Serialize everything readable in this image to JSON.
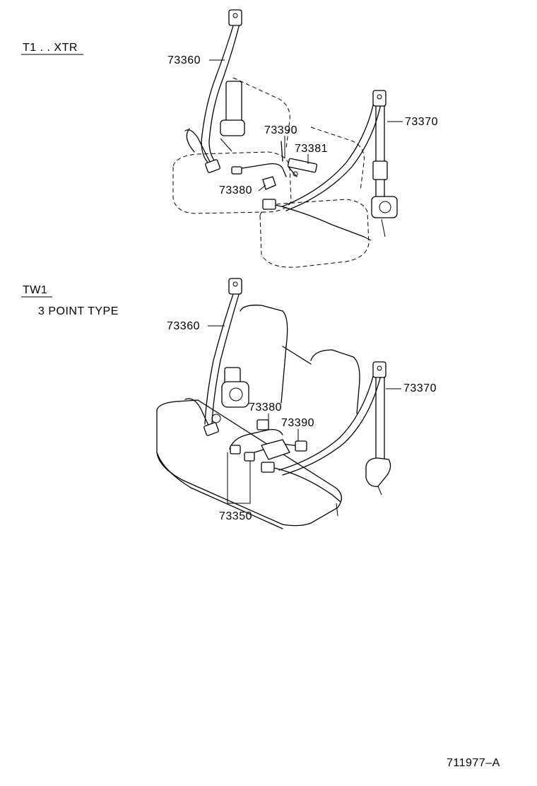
{
  "sections": {
    "top": {
      "variant": "T1 . . XTR",
      "parts": {
        "p73360": "73360",
        "p73370": "73370",
        "p73390": "73390",
        "p73381": "73381",
        "p73380": "73380"
      }
    },
    "bottom": {
      "variant": "TW1",
      "subtitle": "3 POINT TYPE",
      "parts": {
        "p73360": "73360",
        "p73370": "73370",
        "p73380": "73380",
        "p73390": "73390",
        "p73350": "73350"
      }
    }
  },
  "footer": {
    "drawing_number": "711977–A"
  }
}
